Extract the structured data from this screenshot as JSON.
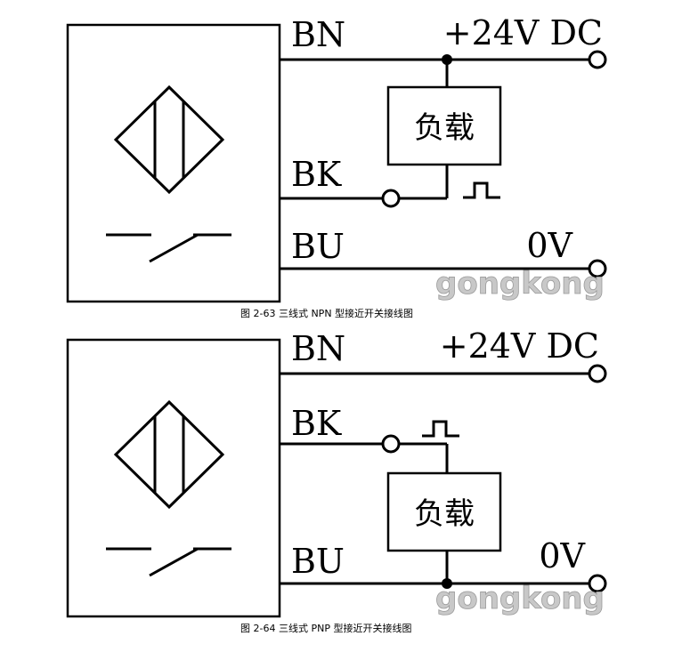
{
  "diagrams": [
    {
      "caption": "图 2-63   三线式 NPN 型接近开关接线图",
      "wires": {
        "bn": "BN",
        "bk": "BK",
        "bu": "BU"
      },
      "supply": {
        "positive": "+24V DC",
        "zero": "0V"
      },
      "load": "负载",
      "watermark": "gongkong"
    },
    {
      "caption": "图 2-64   三线式 PNP 型接近开关接线图",
      "wires": {
        "bn": "BN",
        "bk": "BK",
        "bu": "BU"
      },
      "supply": {
        "positive": "+24V DC",
        "zero": "0V"
      },
      "load": "负载",
      "watermark": "gongkong"
    }
  ],
  "colors": {
    "line": "#000000",
    "watermark": "#c8c8c8"
  }
}
